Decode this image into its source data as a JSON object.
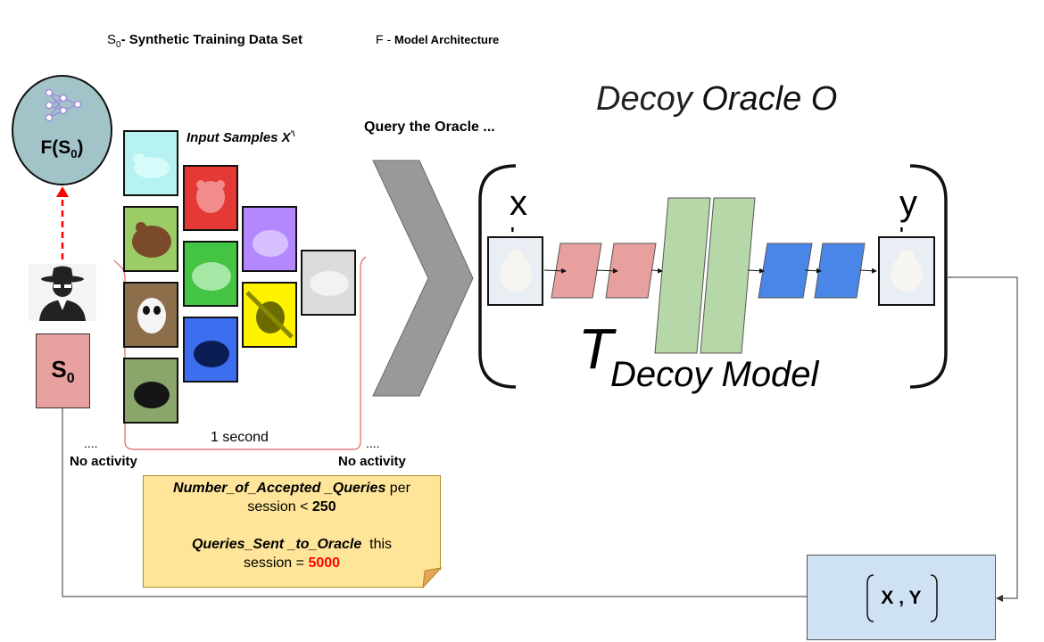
{
  "header": {
    "s0_symbol": "S",
    "s0_sub": "0",
    "s0_text": "- Synthetic Training Data Set",
    "f_symbol": "F - ",
    "f_text": "Model Architecture"
  },
  "model_node": {
    "label": "F(S",
    "sub": "0",
    "close": ")"
  },
  "s0_box": {
    "label": "S",
    "sub": "0"
  },
  "input_samples": {
    "label": "Input Samples X",
    "sup": "'\\"
  },
  "query_label": "Query the Oracle ...",
  "oracle": {
    "title_light": "Decoy",
    "title_dark": "Oracle O"
  },
  "vectors": {
    "x": "x",
    "y": "y",
    "prime": "'"
  },
  "decoy_model": {
    "t": "T",
    "label": "Decoy Model"
  },
  "timeline": {
    "window": "1 second",
    "dots_left": "....",
    "dots_right": "....",
    "no_activity_left": "No activity",
    "no_activity_right": "No activity"
  },
  "note": {
    "line1_bold": "Number_of_Accepted _Queries",
    "line1_rest": " per",
    "line2_pre": "session < ",
    "line2_val": "250",
    "line3_bold": "Queries_Sent _to_Oracle",
    "line3_rest": "  this",
    "line4_pre": "session = ",
    "line4_val": "5000"
  },
  "output_box": {
    "label": "X , Y"
  },
  "colors": {
    "red_box": "#e8a09e",
    "blue_box": "#4a86e8",
    "green_box": "#b6d7a8",
    "note_bg": "#ffe599",
    "output_bg": "#cfe2f3",
    "node_bg": "#a2c4c9",
    "arrow_red": "#ff0000"
  }
}
